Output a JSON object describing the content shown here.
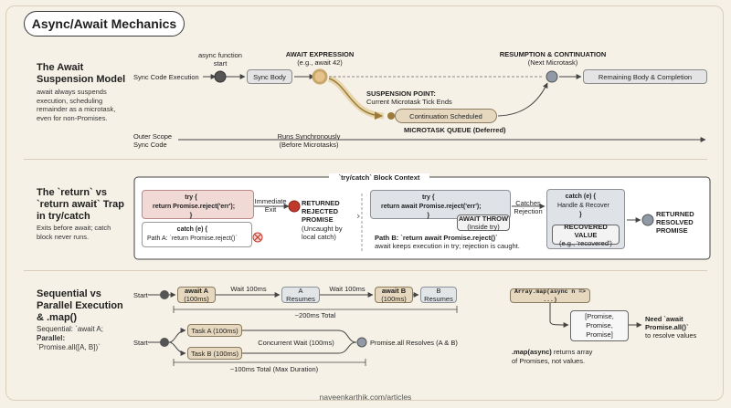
{
  "title": "Async/Await Mechanics",
  "footer": "naveenkarthik.com/articles",
  "s1": {
    "title": "The Await Suspension Model",
    "desc": "await always suspends execution, scheduling remainder as a microtask, even for non-Promises.",
    "sync_exec": "Sync Code Execution",
    "async_start": "async function start",
    "sync_body": "Sync Body",
    "await_expr": "AWAIT EXPRESSION",
    "await_eg": "(e.g., await 42)",
    "suspension": "SUSPENSION POINT:",
    "suspension_sub": "Current Microtask Tick Ends",
    "cont_sched": "Continuation Scheduled",
    "resumption": "RESUMPTION & CONTINUATION",
    "resumption_sub": "(Next Microtask)",
    "remaining": "Remaining Body & Completion",
    "outer_scope": "Outer Scope Sync Code",
    "runs_sync": "Runs Synchronously",
    "runs_sync_sub": "(Before Microtasks)",
    "microtask_queue": "MICROTASK QUEUE (Deferred)"
  },
  "s2": {
    "title": "The `return` vs `return await` Trap in try/catch",
    "desc": "Exits before await; catch block never runs.",
    "block_ctx": "`try/catch` Block Context",
    "try_kw": "try {",
    "return_reject": "return Promise.reject('err');",
    "close": "}",
    "catch_kw": "catch (e) {",
    "path_a": "Path A: `return Promise.reject()`",
    "immediate_exit": "Immediate Exit",
    "returned_rejected": "RETURNED REJECTED PROMISE",
    "uncaught": "(Uncaught by local catch)",
    "return_await_reject": "return await Promise.reject('err');",
    "await_throw": "AWAIT THROW",
    "inside_try": "(Inside try)",
    "catches_rejection": "Catches Rejection",
    "handle_recover": "Handle & Recover",
    "recovered_value": "RECOVERED VALUE",
    "recovered_eg": "(e.g., 'recovered')",
    "path_b": "Path B: `return await Promise.reject()`",
    "path_b_desc": "await keeps execution in try; rejection is caught.",
    "returned_resolved": "RETURNED RESOLVED PROMISE"
  },
  "s3": {
    "title": "Sequential vs Parallel Execution & .map()",
    "seq_label": "Sequential: `await A;",
    "par_label": "Parallel:",
    "par_code": "`Promise.all([A, B])`",
    "start": "Start",
    "await_a": "await A",
    "ms100": "(100ms)",
    "wait100": "Wait 100ms",
    "a_resumes_1": "A",
    "resumes": "Resumes",
    "await_b": "await B",
    "b_resumes_1": "B",
    "total200": "~200ms Total",
    "task_a": "Task A (100ms)",
    "task_b": "Task B (100ms)",
    "concurrent": "Concurrent Wait (100ms)",
    "all_resolves": "Promise.all Resolves (A & B)",
    "total100": "~100ms Total (Max Duration)",
    "map_code": "Array.map(async n => ...)",
    "promise_arr_1": "[Promise,",
    "promise_arr_2": "Promise,",
    "promise_arr_3": "Promise]",
    "need_1": "Need `await",
    "need_2": "Promise.all()`",
    "need_3": "to resolve values",
    "map_note_1": ".map(async)",
    "map_note_2": "returns array",
    "map_note_3": "of Promises, not values."
  },
  "colors": {
    "background": "#f6f1e6",
    "accent_gold": "#c9a66b",
    "red": "#c0392b"
  }
}
